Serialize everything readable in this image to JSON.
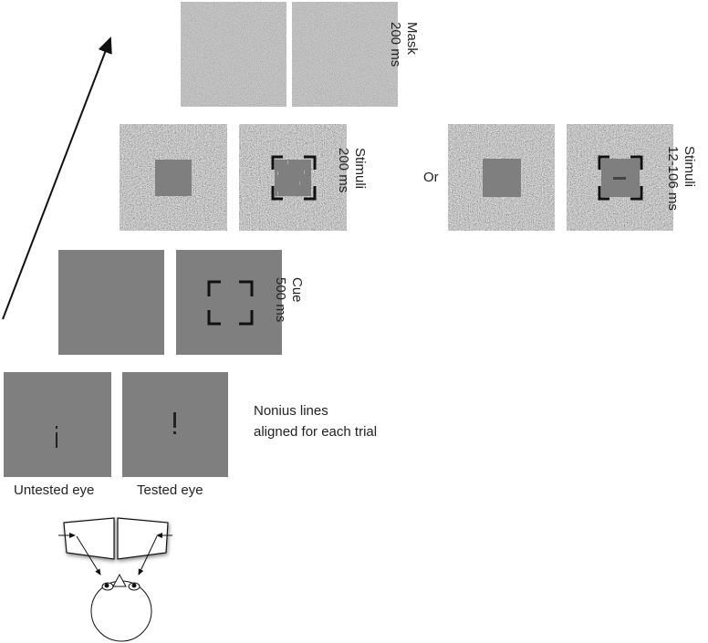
{
  "stages": {
    "mask": {
      "title": "Mask",
      "duration": "200 ms"
    },
    "stimuli": {
      "title": "Stimuli",
      "duration": "200 ms"
    },
    "stimuli_alt": {
      "title": "Stimuli",
      "duration": "12-106 ms"
    },
    "cue": {
      "title": "Cue",
      "duration": "500 ms"
    },
    "nonius": {
      "line1": "Nonius lines",
      "line2": "aligned for each trial"
    }
  },
  "or_label": "Or",
  "eyes": {
    "untested": "Untested eye",
    "tested": "Tested eye"
  },
  "colors": {
    "panel": "#7f7f7f",
    "frame": "#111111"
  }
}
